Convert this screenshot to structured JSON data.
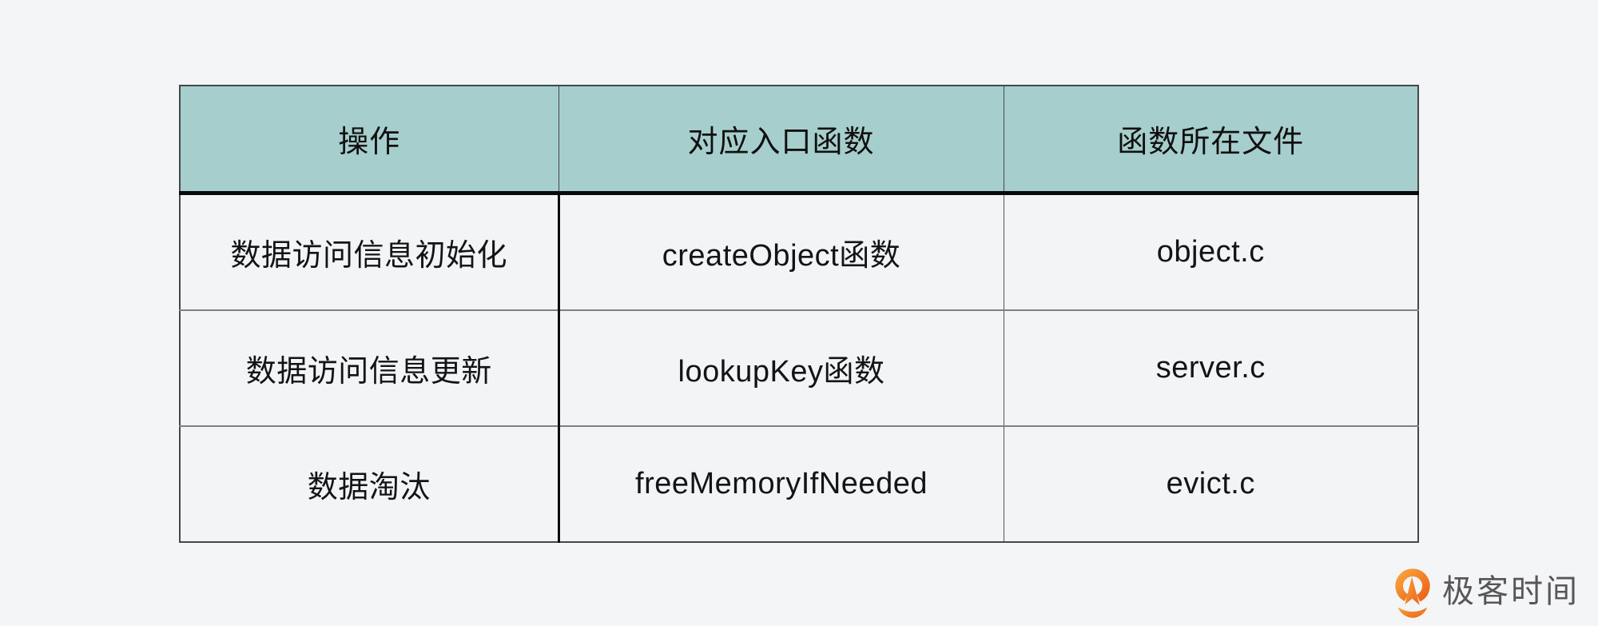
{
  "meta": {
    "background_color": "#f4f5f6",
    "accent_teal": "#a6cecc",
    "logo_orange": "#ee7124"
  },
  "chart_data": {
    "type": "table",
    "title": "",
    "columns": [
      "操作",
      "对应入口函数",
      "函数所在文件"
    ],
    "rows": [
      [
        "数据访问信息初始化",
        "createObject函数",
        "object.c"
      ],
      [
        "数据访问信息更新",
        "lookupKey函数",
        "server.c"
      ],
      [
        "数据淘汰",
        "freeMemoryIfNeeded",
        "evict.c"
      ]
    ],
    "header_bg": "#a6cecc",
    "body_bg": "#f3f4f6",
    "grid": "on",
    "legend_position": "none"
  },
  "logo": {
    "text": "极客时间",
    "text_color": "#595657",
    "icon_name": "geektime-pin-icon",
    "icon_gradient_start": "#f9a23b",
    "icon_gradient_end": "#ec6318"
  }
}
